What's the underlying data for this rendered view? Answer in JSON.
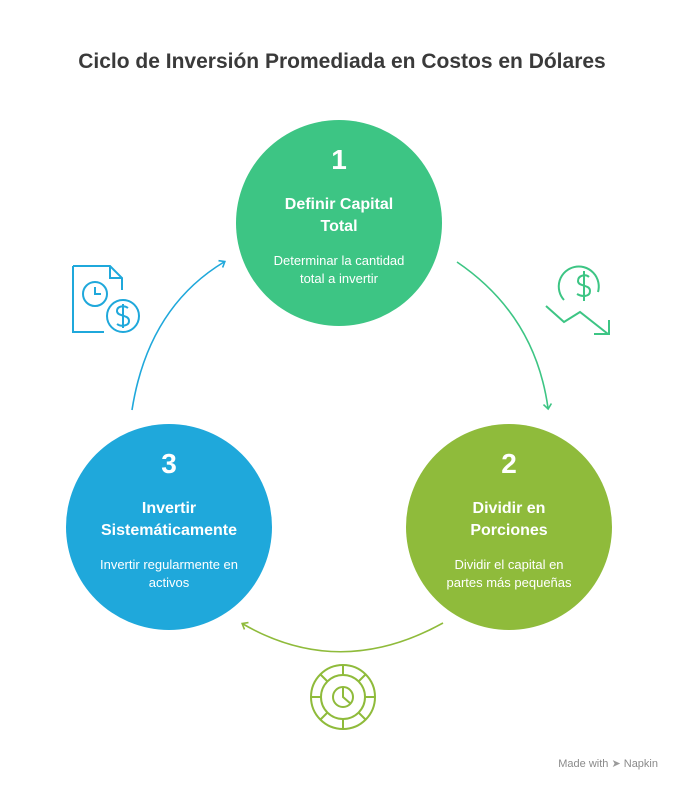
{
  "title": "Ciclo de Inversión Promediada en Costos en Dólares",
  "steps": [
    {
      "number": "1",
      "heading_line1": "Definir Capital",
      "heading_line2": "Total",
      "desc_line1": "Determinar la cantidad",
      "desc_line2": "total a invertir",
      "color": "#3dc584"
    },
    {
      "number": "2",
      "heading_line1": "Dividir en",
      "heading_line2": "Porciones",
      "desc_line1": "Dividir el capital en",
      "desc_line2": "partes más pequeñas",
      "color": "#8fbb3b"
    },
    {
      "number": "3",
      "heading_line1": "Invertir",
      "heading_line2": "Sistemáticamente",
      "desc_line1": "Invertir regularmente en",
      "desc_line2": "activos",
      "color": "#1fa8db"
    }
  ],
  "icons": [
    "clock-dollar-document-icon",
    "dollar-down-trend-icon",
    "pie-chart-icon"
  ],
  "footer": {
    "made_with": "Made with",
    "brand": "Napkin"
  }
}
